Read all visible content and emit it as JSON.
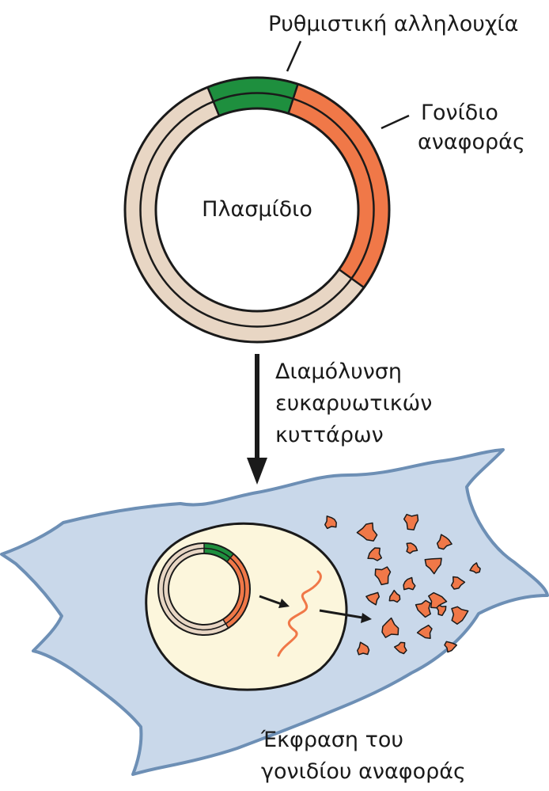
{
  "labels": {
    "regulatory_sequence": "Ρυθμιστική αλληλουχία",
    "reporter_gene_line1": "Γονίδιο",
    "reporter_gene_line2": "αναφοράς",
    "plasmid": "Πλασμίδιο",
    "transfection_line1": "Διαμόλυνση",
    "transfection_line2": "ευκαρυωτικών",
    "transfection_line3": "κυττάρων",
    "expression_line1": "Έκφραση του",
    "expression_line2": "γονιδίου αναφοράς"
  },
  "colors": {
    "backbone": "#e8d6c4",
    "regulatory": "#1e8f3e",
    "reporter": "#f07848",
    "cytoplasm": "#c9d8ea",
    "cell_outline": "#6d8fb5",
    "nucleus": "#fcf6dc",
    "protein": "#f07848",
    "arrow": "#1a1a1a"
  }
}
